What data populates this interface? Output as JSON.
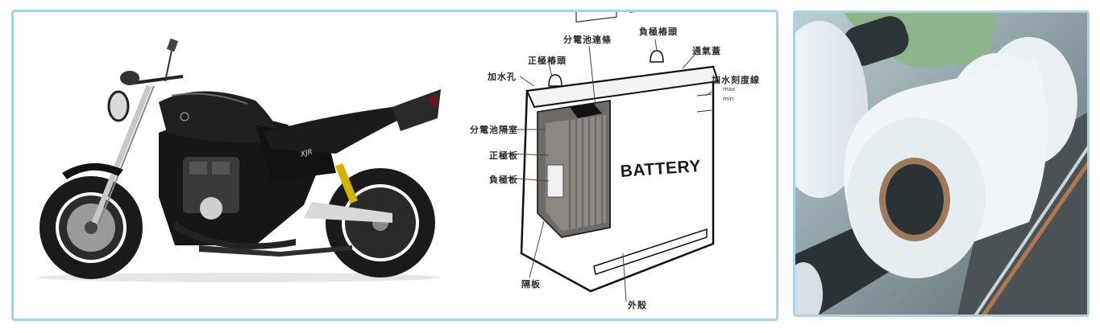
{
  "panels": {
    "left": {
      "motorcycle": {
        "description": "black naked motorcycle, side view",
        "badge": "XJR"
      },
      "battery_diagram": {
        "case_label": "BATTERY",
        "callouts": [
          {
            "id": "fill-hole",
            "text": "加水孔"
          },
          {
            "id": "positive-terminal",
            "text": "正極樁頭"
          },
          {
            "id": "cell-connector",
            "text": "分電池連條"
          },
          {
            "id": "negative-terminal",
            "text": "負極樁頭"
          },
          {
            "id": "vent-cap",
            "text": "通氣蓋"
          },
          {
            "id": "fill-level-line",
            "text": "加水刻度線"
          },
          {
            "id": "level-max",
            "text": "max"
          },
          {
            "id": "level-min",
            "text": "min"
          },
          {
            "id": "cell-compartment",
            "text": "分電池隔室"
          },
          {
            "id": "positive-plate",
            "text": "正極板"
          },
          {
            "id": "negative-plate",
            "text": "負極板"
          },
          {
            "id": "separator",
            "text": "隔板"
          },
          {
            "id": "outer-case",
            "text": "外殼"
          }
        ]
      }
    },
    "right": {
      "description": "white separator film rolls on slitting machine"
    }
  },
  "colors": {
    "panel_border": "#a9d3ec",
    "background": "#ffffff",
    "machine_green": "#8fb58c",
    "roll_white": "#eef3f5",
    "core_dark": "#2b3236"
  }
}
